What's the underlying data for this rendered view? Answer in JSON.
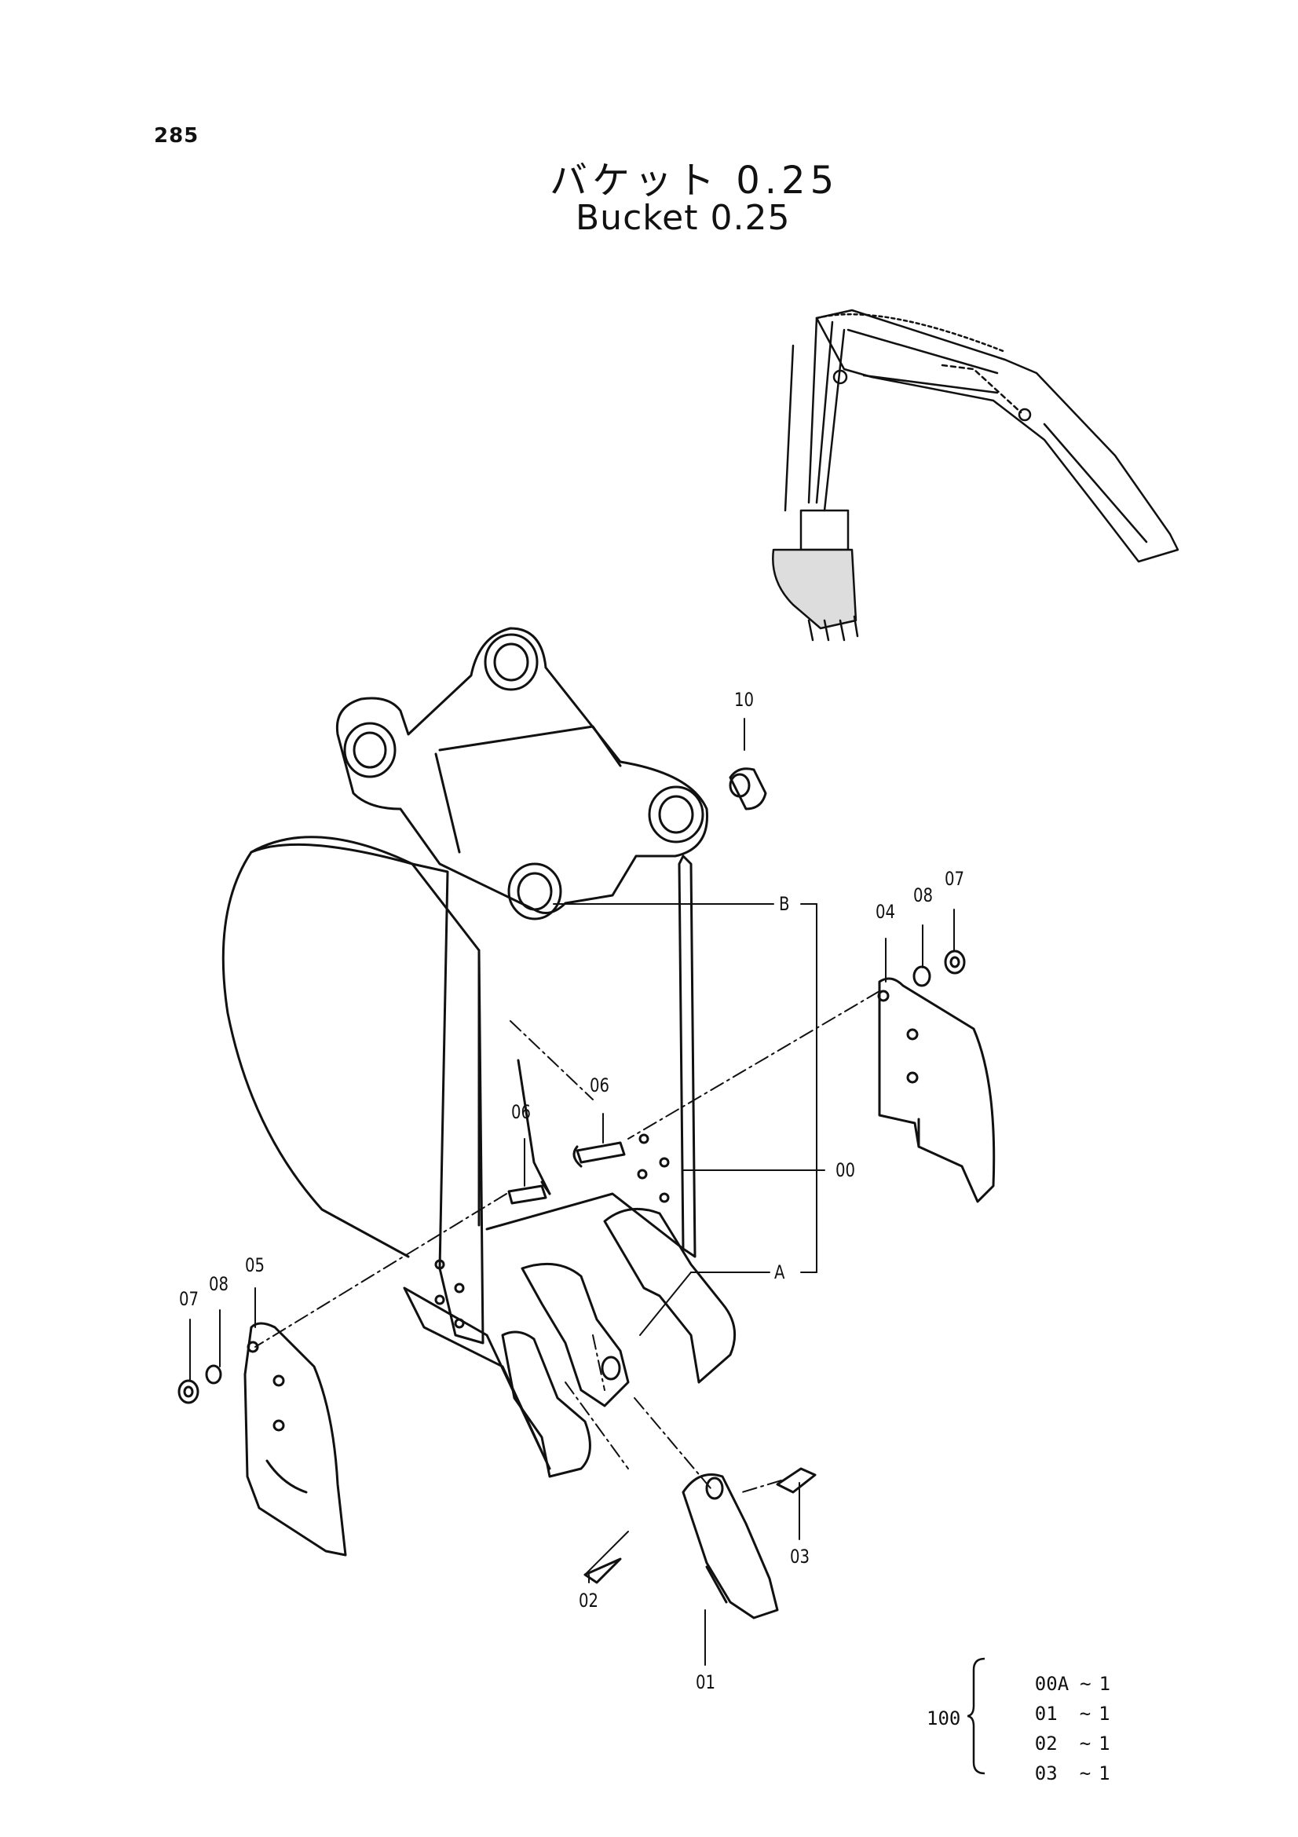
{
  "page_number": "285",
  "title_ja": "バケット 0.25",
  "title_en": "Bucket 0.25",
  "callouts": [
    {
      "id": "10",
      "text": "10"
    },
    {
      "id": "B",
      "text": "B"
    },
    {
      "id": "04",
      "text": "04"
    },
    {
      "id": "08a",
      "text": "08"
    },
    {
      "id": "07a",
      "text": "07"
    },
    {
      "id": "06a",
      "text": "06"
    },
    {
      "id": "06b",
      "text": "06"
    },
    {
      "id": "00",
      "text": "00"
    },
    {
      "id": "A",
      "text": "A"
    },
    {
      "id": "07b",
      "text": "07"
    },
    {
      "id": "08b",
      "text": "08"
    },
    {
      "id": "05",
      "text": "05"
    },
    {
      "id": "02",
      "text": "02"
    },
    {
      "id": "03",
      "text": "03"
    },
    {
      "id": "01",
      "text": "01"
    }
  ],
  "kit": {
    "id": "100",
    "rows": [
      {
        "part": "00A",
        "sep": "~",
        "qty": "1"
      },
      {
        "part": "01",
        "sep": "~",
        "qty": "1"
      },
      {
        "part": "02",
        "sep": "~",
        "qty": "1"
      },
      {
        "part": "03",
        "sep": "~",
        "qty": "1"
      }
    ]
  }
}
